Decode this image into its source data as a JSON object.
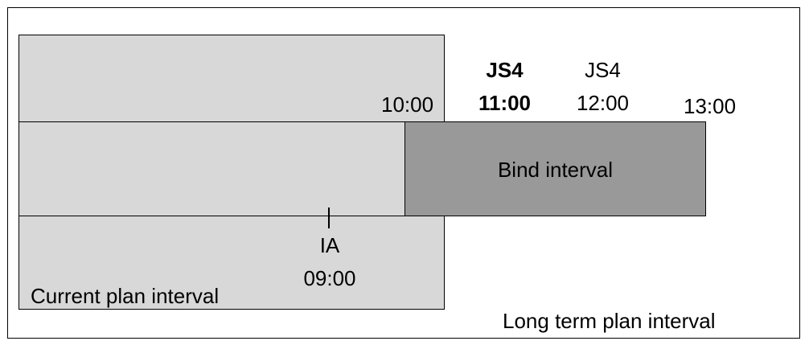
{
  "diagram": {
    "current_plan_label": "Current plan interval",
    "long_term_label": "Long term plan interval",
    "bind_label": "Bind interval",
    "ia": {
      "name": "IA",
      "time": "09:00"
    },
    "time_10": "10:00",
    "js4_bold": {
      "name": "JS4",
      "time": "11:00"
    },
    "js4": {
      "name": "JS4",
      "time": "12:00"
    },
    "time_13": "13:00"
  }
}
